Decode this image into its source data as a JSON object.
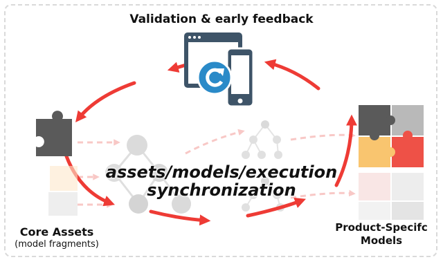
{
  "labels": {
    "top_title": "Validation & early feedback",
    "core_title": "Core Assets",
    "core_subtitle": "(model fragments)",
    "psm_title_line1": "Product-Specifc",
    "psm_title_line2": "Models",
    "sync_line1": "assets/models/execution",
    "sync_line2": "synchronization"
  },
  "colors": {
    "arrow_red": "#ee3b35",
    "arrow_faint": "#f8c8c6",
    "device_navy": "#3e5468",
    "refresh_blue": "#2a8ac8",
    "puzzle_dark": "#5a5a5a",
    "puzzle_gray": "#b9b9b9",
    "puzzle_yellow": "#f9c56f",
    "puzzle_red": "#ee5147",
    "node_gray": "#cfcfcf"
  },
  "icons": {
    "devices": "browser-and-phone-icon",
    "refresh": "refresh-icon",
    "core_puzzle": "puzzle-piece-icon",
    "psm_puzzle": "puzzle-grid-icon",
    "tree": "tree-graph-icon"
  }
}
